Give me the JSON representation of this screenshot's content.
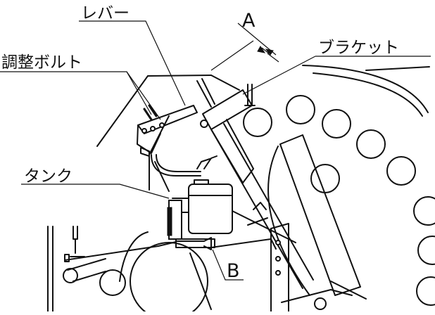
{
  "labels": {
    "lever": "レバー",
    "adjust_bolt": "調整ボルト",
    "bracket": "ブラケット",
    "tank": "タンク",
    "a": "A",
    "b": "B"
  }
}
